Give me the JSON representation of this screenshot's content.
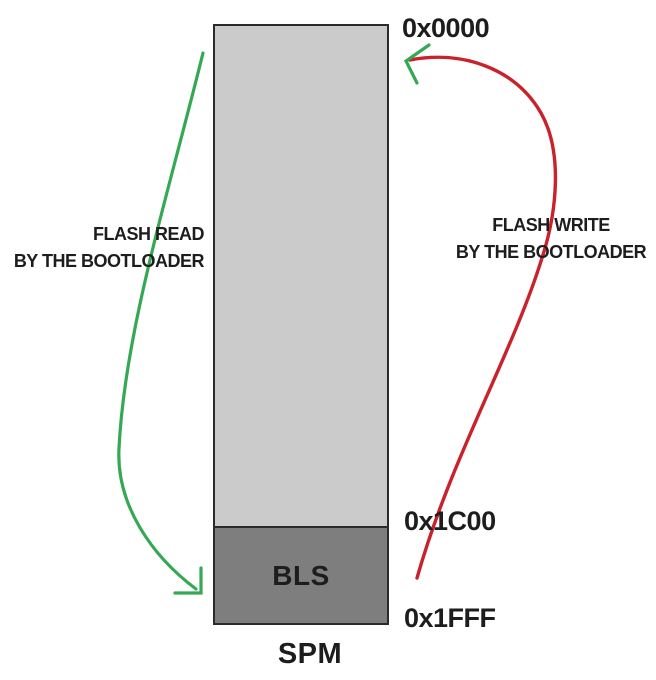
{
  "memory": {
    "top_address": "0x0000",
    "bls_start_address": "0x1C00",
    "end_address": "0x1FFF",
    "bls_label": "BLS",
    "caption": "SPM"
  },
  "annotations": {
    "read": {
      "line1": "FLASH READ",
      "line2": "BY THE BOOTLOADER"
    },
    "write": {
      "line1": "FLASH WRITE",
      "line2": "BY THE BOOTLOADER"
    }
  },
  "colors": {
    "flash_fill": "#cbcbcb",
    "bls_fill": "#7e7e7e",
    "read_arrow": "#35a853",
    "write_arrow": "#c9222b",
    "write_arrowhead": "#35a853"
  }
}
